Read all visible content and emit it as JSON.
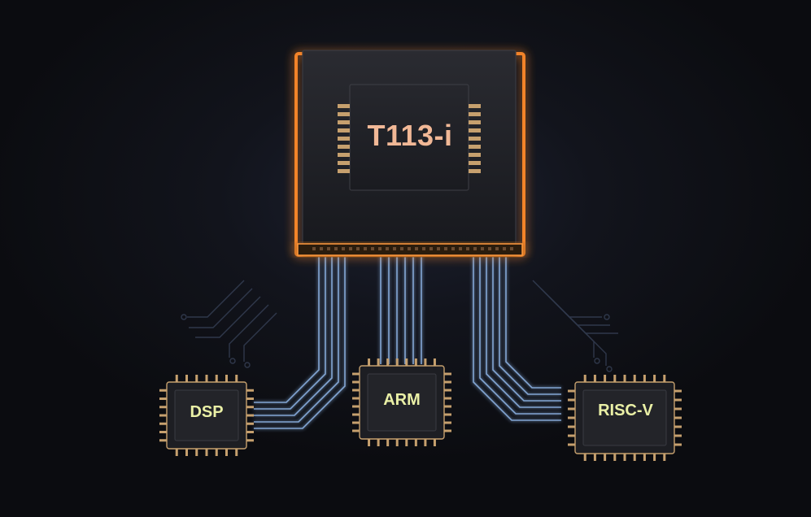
{
  "diagram": {
    "main_chip": {
      "label": "T113-i"
    },
    "sub_chips": [
      {
        "id": "dsp",
        "label": "DSP"
      },
      {
        "id": "arm",
        "label": "ARM"
      },
      {
        "id": "riscv",
        "label": "RISC-V"
      }
    ]
  },
  "colors": {
    "background": "#0c0d12",
    "chip_body": "#1f2026",
    "main_chip_glow": "#ff8a2a",
    "main_label": "#f1b896",
    "sub_label": "#eaf0a6",
    "pin_gold": "#c6a06e",
    "trace_blue": "#8fb6e8"
  }
}
